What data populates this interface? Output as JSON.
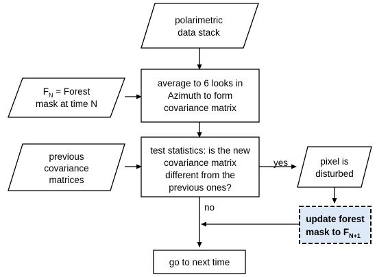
{
  "nodes": {
    "data_stack": {
      "line1": "polarimetric",
      "line2": "data stack"
    },
    "forest_mask": {
      "f": "F",
      "sub": "N",
      "rest": " = Forest",
      "line2": "mask at time N"
    },
    "average": {
      "line1": "average to 6 looks in",
      "line2": "Azimuth to form",
      "line3": "covariance matrix"
    },
    "prev_matrices": {
      "line1": "previous",
      "line2": "covariance",
      "line3": "matrices"
    },
    "test": {
      "line1": "test statistics: is the new",
      "line2": "covariance matrix",
      "line3": "different from the",
      "line4": "previous ones?"
    },
    "disturbed": {
      "line1": "pixel is",
      "line2": "disturbed"
    },
    "update": {
      "line1": "update forest",
      "line2_prefix": "mask to F",
      "line2_sub": "N+1"
    },
    "next": {
      "label": "go to next time"
    }
  },
  "edge_labels": {
    "yes": "yes",
    "no": "no"
  },
  "colors": {
    "highlight_fill": "#dde9f7",
    "stroke": "#000000"
  }
}
